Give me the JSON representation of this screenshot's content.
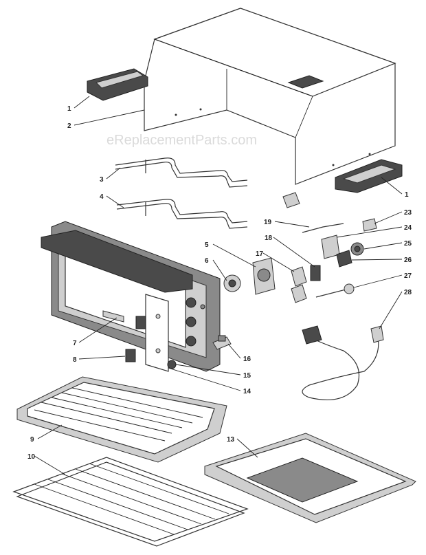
{
  "watermark": "eReplacementParts.com",
  "callouts": [
    "1",
    "2",
    "3",
    "4",
    "5",
    "6",
    "7",
    "8",
    "9",
    "10",
    "13",
    "14",
    "15",
    "16",
    "17",
    "18",
    "19",
    "23",
    "24",
    "25",
    "26",
    "27",
    "28",
    "1"
  ]
}
